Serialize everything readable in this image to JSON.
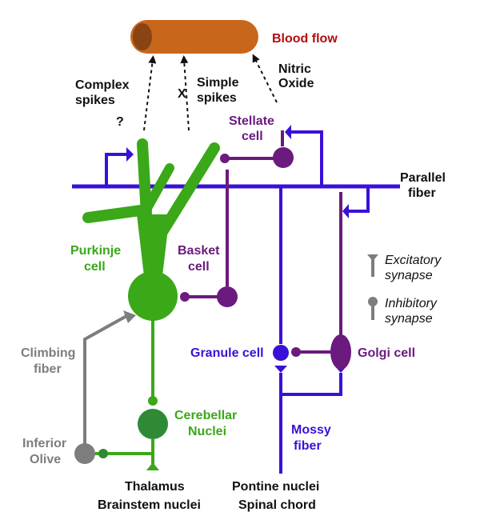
{
  "colors": {
    "purkinje": "#3aa818",
    "purple": "#6b1a7e",
    "blue": "#3a10d8",
    "gray": "#7d7d7d",
    "nuclei": "#2e8a35",
    "blood_label": "#b30d0d",
    "vessel": "#c8661c",
    "vessel_dark": "#8a4312",
    "black": "#111111"
  },
  "labels": {
    "blood_flow": "Blood flow",
    "nitric": "Nitric",
    "oxide": "Oxide",
    "complex_l1": "Complex",
    "complex_l2": "spikes",
    "question": "?",
    "cross": "X",
    "simple_l1": "Simple",
    "simple_l2": "spikes",
    "stellate_l1": "Stellate",
    "stellate_l2": "cell",
    "parallel_l1": "Parallel",
    "parallel_l2": "fiber",
    "purkinje_l1": "Purkinje",
    "purkinje_l2": "cell",
    "basket_l1": "Basket",
    "basket_l2": "cell",
    "excitatory_l1": "Excitatory",
    "excitatory_l2": "synapse",
    "inhibitory_l1": "Inhibitory",
    "inhibitory_l2": "synapse",
    "climbing_l1": "Climbing",
    "climbing_l2": "fiber",
    "granule": "Granule cell",
    "golgi": "Golgi cell",
    "cerebellar_l1": "Cerebellar",
    "cerebellar_l2": "Nuclei",
    "mossy_l1": "Mossy",
    "mossy_l2": "fiber",
    "inferior_l1": "Inferior",
    "inferior_l2": "Olive",
    "thalamus_l1": "Thalamus",
    "thalamus_l2": "Brainstem nuclei",
    "pontine_l1": "Pontine nuclei",
    "pontine_l2": "Spinal chord"
  }
}
